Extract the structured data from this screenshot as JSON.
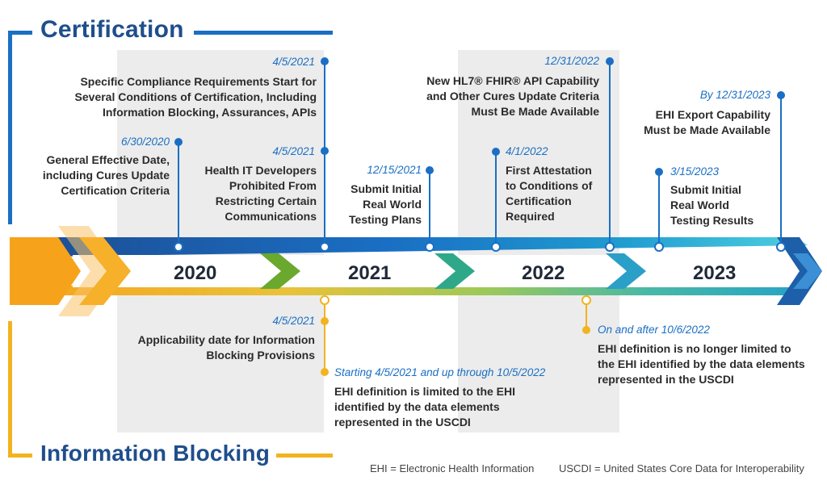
{
  "titles": {
    "certification": "Certification",
    "information_blocking": "Information Blocking"
  },
  "years": [
    "2020",
    "2021",
    "2022",
    "2023"
  ],
  "certification_events": [
    {
      "date": "6/30/2020",
      "text": "General Effective Date, including Cures Update Certification Criteria"
    },
    {
      "date": "4/5/2021",
      "text": "Specific Compliance Requirements Start for Several Conditions of Certification, Including Information Blocking, Assurances, APIs"
    },
    {
      "date": "4/5/2021",
      "text": "Health IT Developers Prohibited From Restricting Certain Communications"
    },
    {
      "date": "12/15/2021",
      "text": "Submit Initial Real World Testing Plans"
    },
    {
      "date": "4/1/2022",
      "text": "First Attestation to Conditions of Certification Required"
    },
    {
      "date": "12/31/2022",
      "text": "New HL7® FHIR® API Capability and Other Cures Update Criteria Must Be Made Available"
    },
    {
      "date": "3/15/2023",
      "text": "Submit Initial Real World Testing Results"
    },
    {
      "date": "By 12/31/2023",
      "text": "EHI Export Capability Must be Made Available"
    }
  ],
  "info_blocking_events": [
    {
      "date": "4/5/2021",
      "text": "Applicability date for Information Blocking Provisions"
    },
    {
      "date": "Starting 4/5/2021 and up through 10/5/2022",
      "text": "EHI definition is limited to the EHI identified by the data elements represented in the USCDI"
    },
    {
      "date": "On and after 10/6/2022",
      "text": "EHI definition is no longer limited to the EHI identified by the data elements represented in the USCDI"
    }
  ],
  "footnotes": {
    "ehi": "EHI = Electronic Health Information",
    "uscdi": "USCDI = United States Core Data for Interoperability"
  },
  "colors": {
    "blue": "#1a6fc4",
    "dark_blue": "#1f4e8c",
    "orange": "#f2b320",
    "band": "#ececec"
  }
}
